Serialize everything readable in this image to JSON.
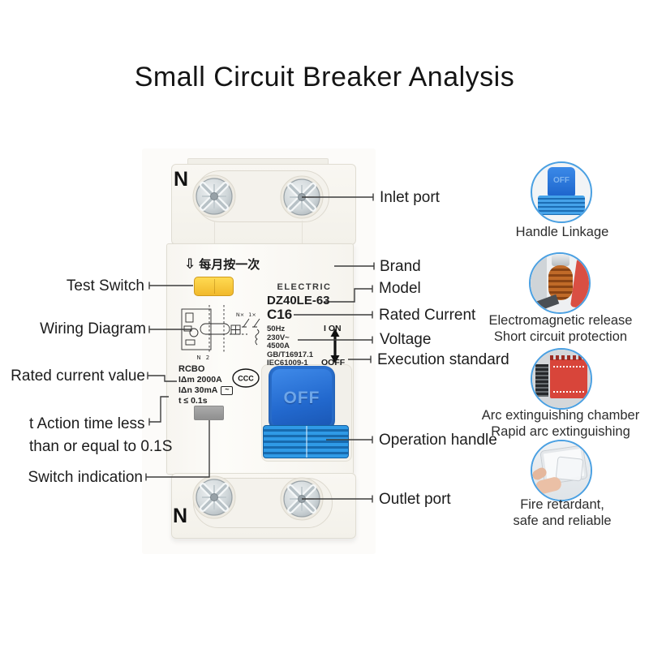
{
  "title": "Small Circuit Breaker Analysis",
  "breaker": {
    "top_terminal": "N",
    "bottom_terminal": "N",
    "test_note_arrow": "⇩",
    "test_note": "每月按一次",
    "brand": "ELECTRIC",
    "model": "DZ40LE-63",
    "rated_current": "C16",
    "specs": [
      "50Hz",
      "230V~",
      "4500A",
      "GB/T16917.1",
      "IEC61009-1"
    ],
    "on_label": "I ON",
    "off_label": "OOFF",
    "rcbo_title": "RCBO",
    "rcbo_line1": "IΔm 2000A",
    "rcbo_line2": "IΔn 30mA",
    "rcbo_ac_mark": "~",
    "rcbo_line3": "t ≤ 0.1s",
    "ccc_mark": "CCC",
    "handle_state": "OFF",
    "wiring_labels": {
      "n": "N",
      "two": "2",
      "nx": "N×",
      "onex": "1×"
    }
  },
  "left_labels": {
    "test_switch": "Test Switch",
    "wiring_diagram": "Wiring Diagram",
    "rated_current_value": "Rated current value",
    "action_time_1": "t Action time less",
    "action_time_2": "than or equal to 0.1S",
    "switch_indication": "Switch indication"
  },
  "right_labels": {
    "inlet": "Inlet port",
    "brand": "Brand",
    "model": "Model",
    "rated_current": "Rated Current",
    "voltage": "Voltage",
    "execution": "Execution standard",
    "operation": "Operation handle",
    "outlet": "Outlet port"
  },
  "features": [
    {
      "lines": [
        "Handle Linkage"
      ],
      "thumb_text": "OFF"
    },
    {
      "lines": [
        "Electromagnetic release",
        "Short circuit protection"
      ]
    },
    {
      "lines": [
        "Arc extinguishing chamber",
        "Rapid arc extinguishing"
      ]
    },
    {
      "lines": [
        "Fire retardant,",
        "safe and reliable"
      ]
    }
  ],
  "colors": {
    "handle_blue": "#2268cd",
    "handle_ribs_blue": "#2f9ae6",
    "test_button_yellow": "#f5c535",
    "feature_ring_blue": "#4aa0e2",
    "indicator_gray": "#9b9b9b",
    "label_text": "#1c1c1c"
  }
}
